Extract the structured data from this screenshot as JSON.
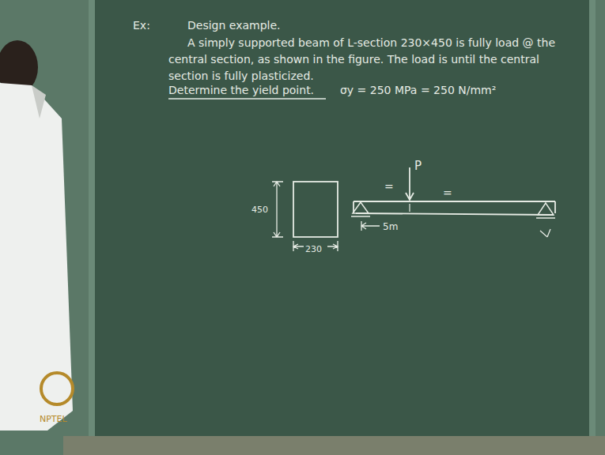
{
  "diagram": {
    "title": "Design example.",
    "labels": [
      "Ex:",
      "A simply supported beam of L-section 230×450 is fully load @ the central section, as shown in the figure. The load is until the central section is fully plasticized.",
      "Determine the yield point.",
      "σy = 250 MPa = 250 N/mm²",
      "450",
      "230",
      "P",
      "=",
      "=",
      "5m",
      "NPTEL"
    ]
  }
}
